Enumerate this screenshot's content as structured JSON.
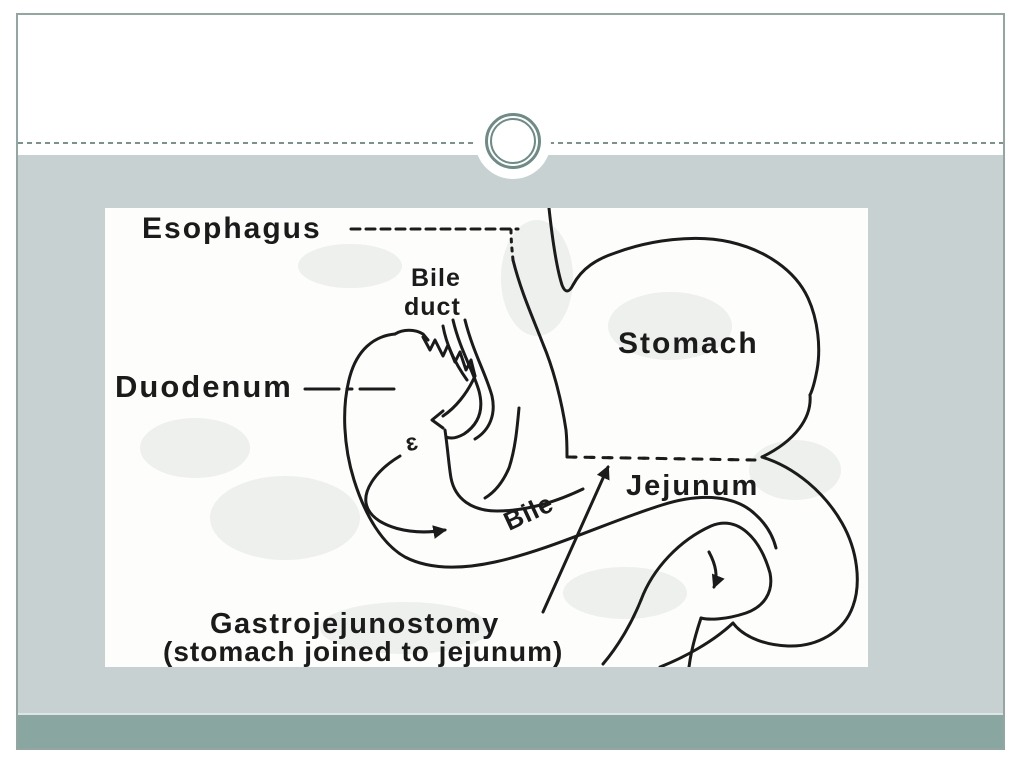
{
  "colors": {
    "page_bg": "#ffffff",
    "slide_border": "#92a7a1",
    "body_bg": "#c7d1d1",
    "footer_band": "#8aa6a0",
    "divider": "#7b938d",
    "ornament_ring": "#6e8b85",
    "separator": "#dde4e3",
    "panel_bg": "#fdfdfc",
    "ink": "#1b1b1b"
  },
  "figure": {
    "labels": {
      "esophagus": "Esophagus",
      "bile_line1": "Bile",
      "bile_line2": "duct",
      "stomach": "Stomach",
      "duodenum": "Duodenum",
      "jejunum": "Jejunum",
      "bile_flow": "Bile",
      "papilla": "ɛ",
      "caption_line1": "Gastrojejunostomy",
      "caption_line2": "(stomach joined to jejunum)"
    }
  }
}
